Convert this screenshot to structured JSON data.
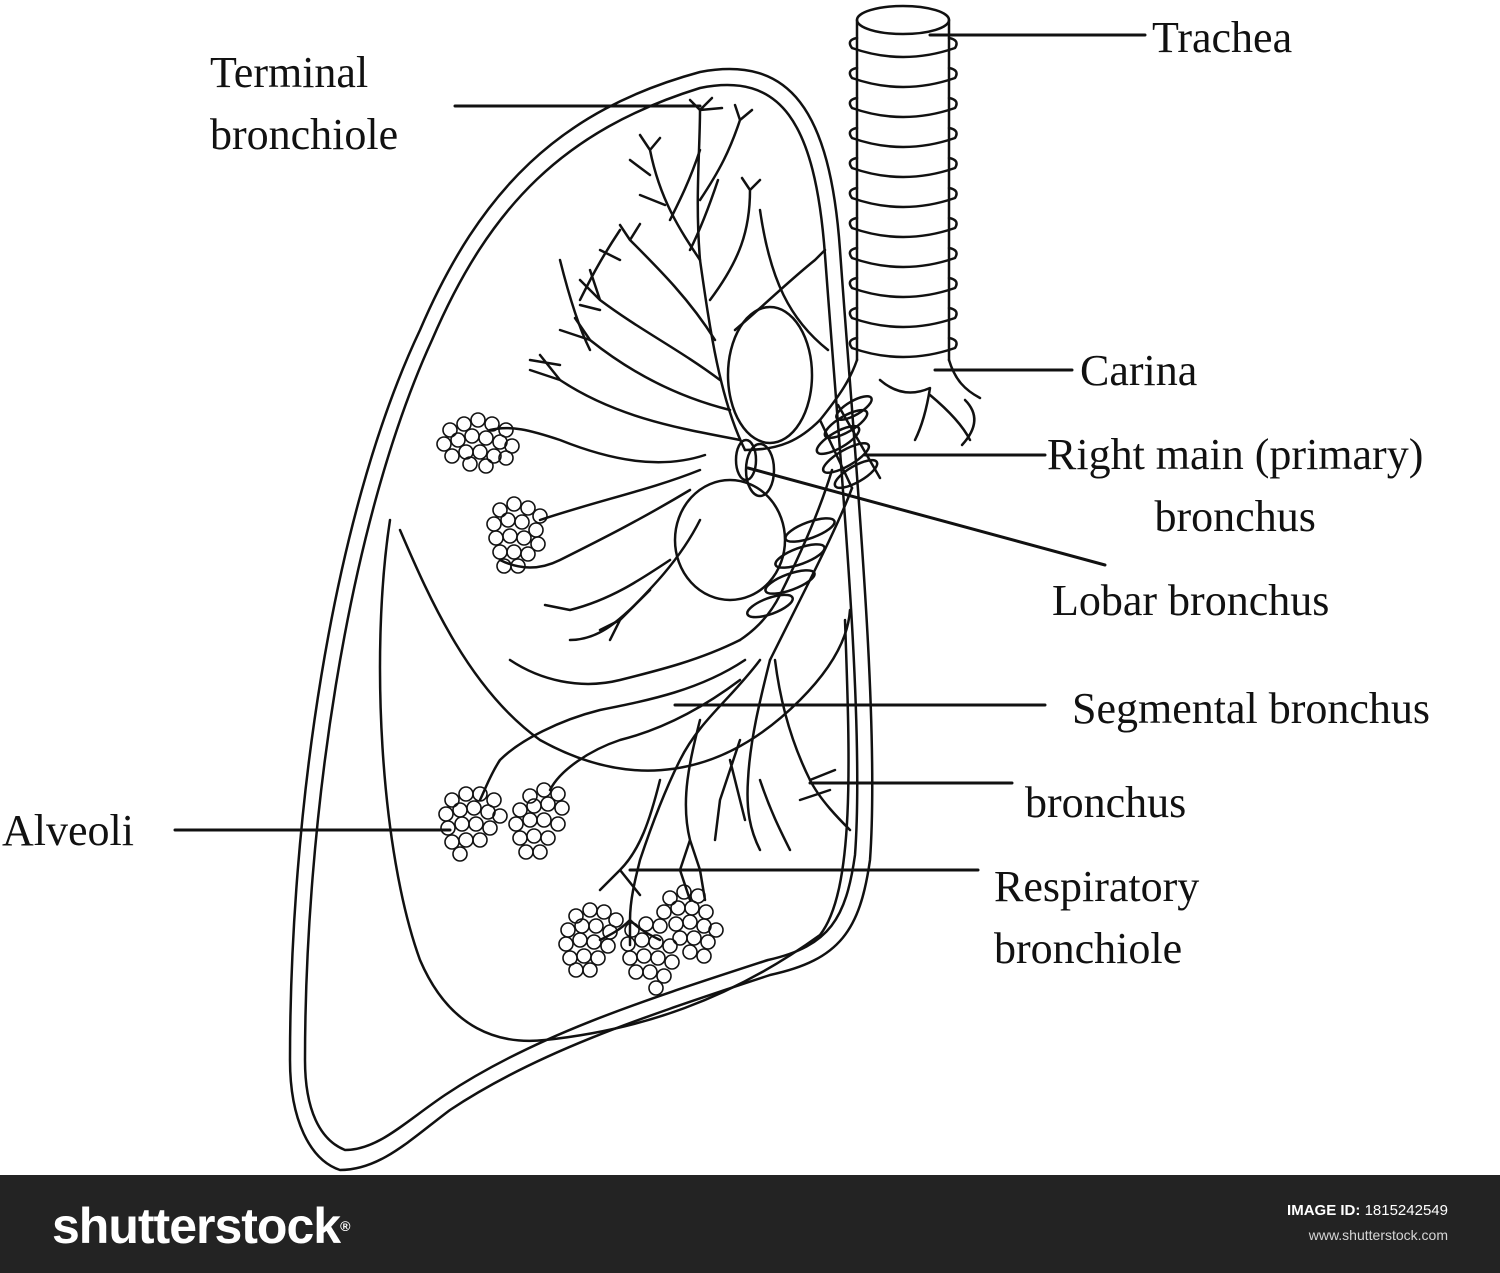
{
  "labels": {
    "trachea": "Trachea",
    "terminal_bronchiole_1": "Terminal",
    "terminal_bronchiole_2": "bronchiole",
    "carina": "Carina",
    "right_main_1": "Right main (primary)",
    "right_main_2": "bronchus",
    "lobar": "Lobar bronchus",
    "segmental": "Segmental bronchus",
    "bronchus": "bronchus",
    "alveoli": "Alveoli",
    "respiratory_1": "Respiratory",
    "respiratory_2": "bronchiole"
  },
  "footer": {
    "logo": "shutterstock",
    "logo_mark": "®",
    "image_id_label": "IMAGE ID:",
    "image_id": "1815242549",
    "site": "www.shutterstock.com"
  },
  "colors": {
    "line": "#111111",
    "footer_bg": "#232323"
  }
}
